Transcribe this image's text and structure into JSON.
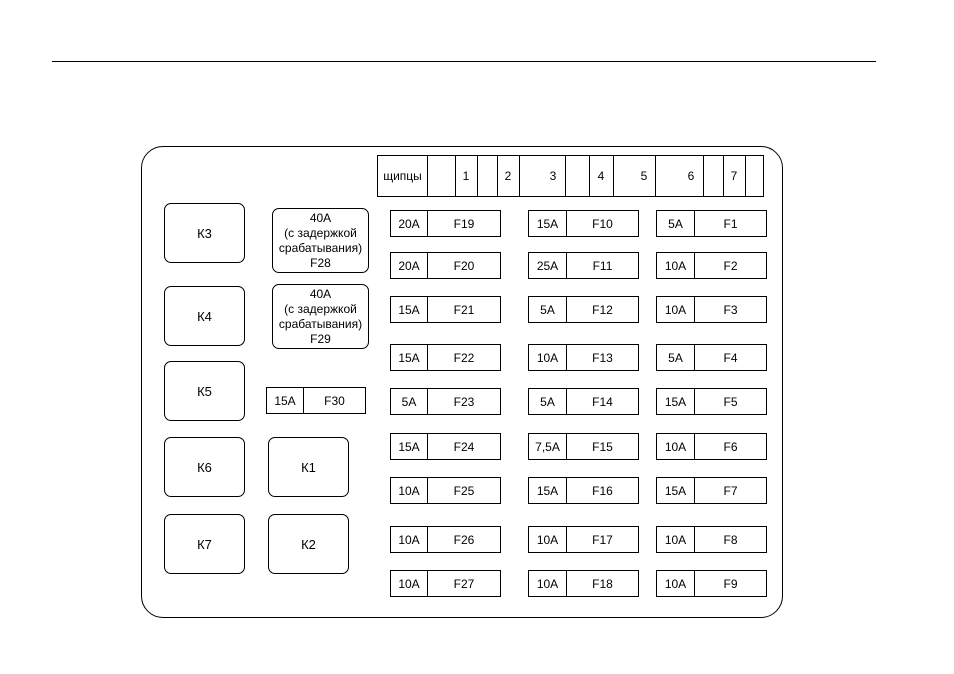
{
  "relays": {
    "k3": "К3",
    "k4": "К4",
    "k5": "К5",
    "k6": "К6",
    "k7": "К7",
    "k1": "К1",
    "k2": "К2"
  },
  "big_fuses": {
    "f28": {
      "rating": "40А",
      "line1": "(с задержкой",
      "line2": "срабатывания)",
      "id": "F28"
    },
    "f29": {
      "rating": "40А",
      "line1": "(с задержкой",
      "line2": "срабатывания)",
      "id": "F29"
    }
  },
  "f30": {
    "rating": "15А",
    "id": "F30"
  },
  "tweezers_strip": {
    "label": "щипцы",
    "numbers": [
      "1",
      "2",
      "3",
      "4",
      "5",
      "6",
      "7"
    ]
  },
  "fuses": {
    "col1": [
      {
        "rating": "20А",
        "id": "F19"
      },
      {
        "rating": "20А",
        "id": "F20"
      },
      {
        "rating": "15А",
        "id": "F21"
      },
      {
        "rating": "15А",
        "id": "F22"
      },
      {
        "rating": "5А",
        "id": "F23"
      },
      {
        "rating": "15А",
        "id": "F24"
      },
      {
        "rating": "10А",
        "id": "F25"
      },
      {
        "rating": "10А",
        "id": "F26"
      },
      {
        "rating": "10А",
        "id": "F27"
      }
    ],
    "col2": [
      {
        "rating": "15А",
        "id": "F10"
      },
      {
        "rating": "25А",
        "id": "F11"
      },
      {
        "rating": "5А",
        "id": "F12"
      },
      {
        "rating": "10А",
        "id": "F13"
      },
      {
        "rating": "5А",
        "id": "F14"
      },
      {
        "rating": "7,5А",
        "id": "F15"
      },
      {
        "rating": "15А",
        "id": "F16"
      },
      {
        "rating": "10А",
        "id": "F17"
      },
      {
        "rating": "10А",
        "id": "F18"
      }
    ],
    "col3": [
      {
        "rating": "5А",
        "id": "F1"
      },
      {
        "rating": "10А",
        "id": "F2"
      },
      {
        "rating": "10А",
        "id": "F3"
      },
      {
        "rating": "5А",
        "id": "F4"
      },
      {
        "rating": "15А",
        "id": "F5"
      },
      {
        "rating": "10А",
        "id": "F6"
      },
      {
        "rating": "15А",
        "id": "F7"
      },
      {
        "rating": "10А",
        "id": "F8"
      },
      {
        "rating": "10А",
        "id": "F9"
      }
    ]
  }
}
